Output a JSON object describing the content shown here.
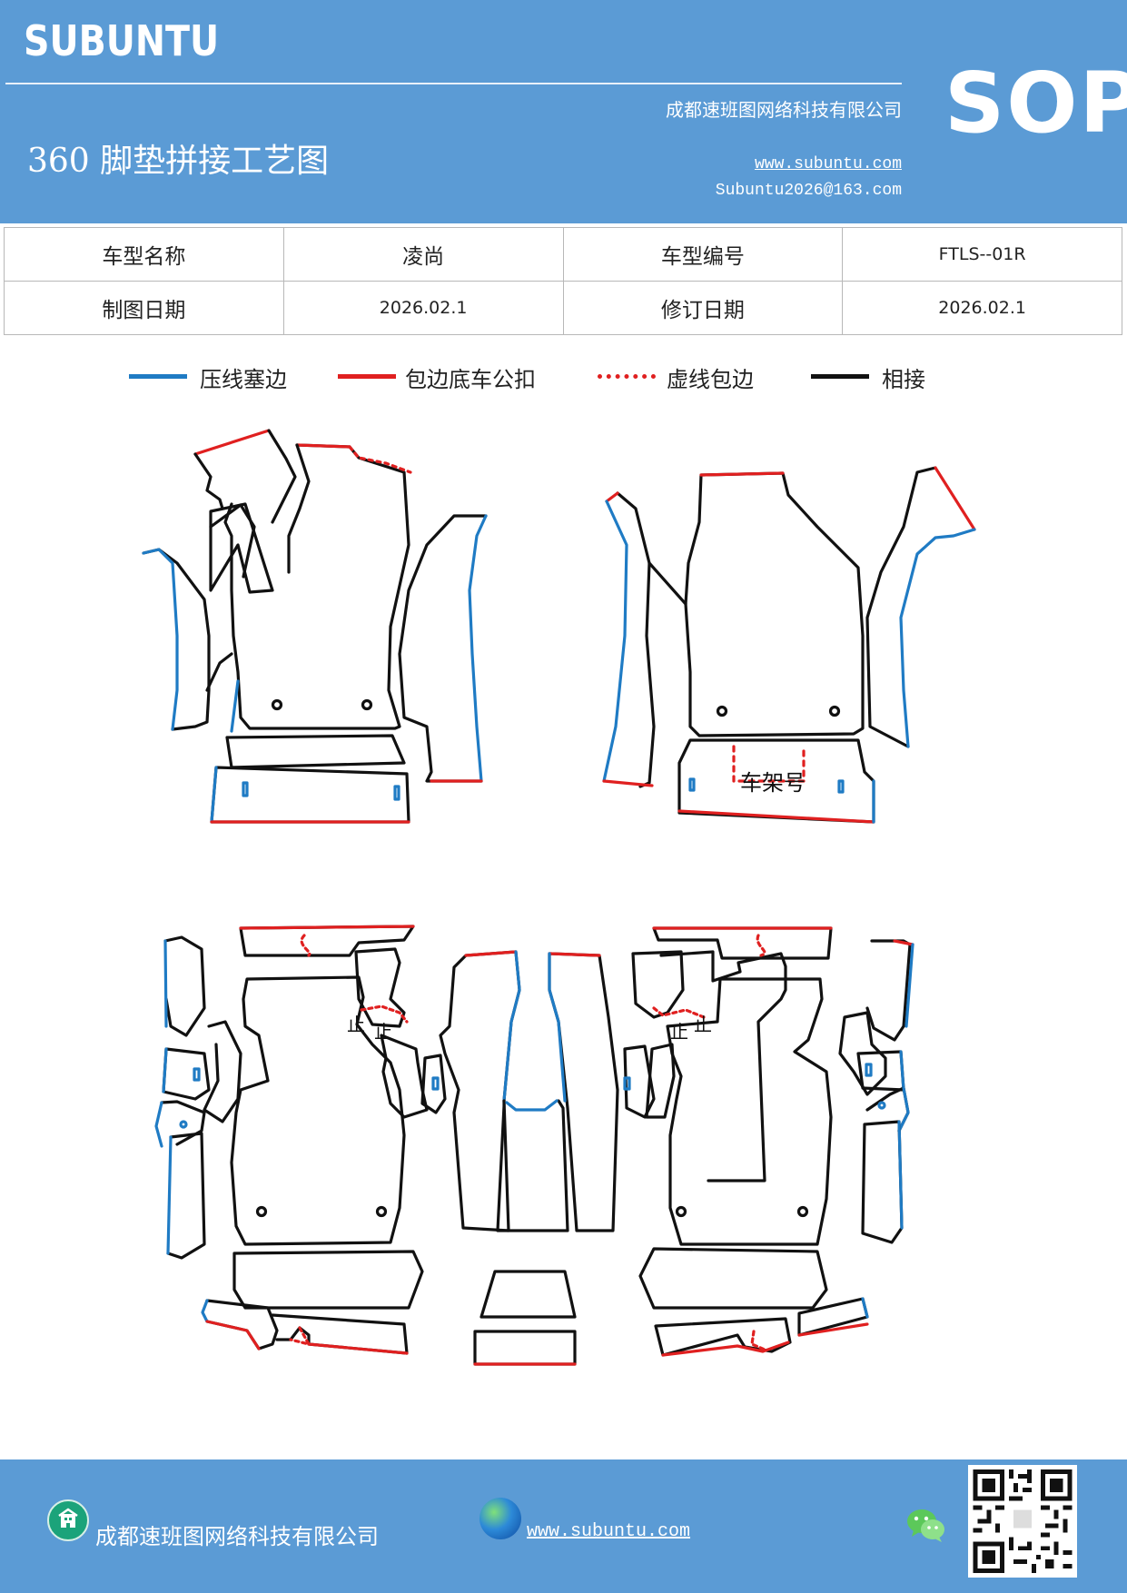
{
  "header": {
    "brand": "SUBUNTU",
    "company": "成都速班图网络科技有限公司",
    "title": "360 脚垫拼接工艺图",
    "website": "www.subuntu.com",
    "email": "Subuntu2026@163.com",
    "badge": "SOP"
  },
  "info_table": {
    "model_name_label": "车型名称",
    "model_name_value": "凌尚",
    "model_code_label": "车型编号",
    "model_code_value": "FTLS--01R",
    "draw_date_label": "制图日期",
    "draw_date_value": "2026.02.1",
    "revise_date_label": "修订日期",
    "revise_date_value": "2026.02.1"
  },
  "legend": [
    {
      "label": "压线塞边",
      "color": "#1f7bc4",
      "style": "solid"
    },
    {
      "label": "包边底车公扣",
      "color": "#e02020",
      "style": "solid"
    },
    {
      "label": "虚线包边",
      "color": "#e02020",
      "style": "dotted"
    },
    {
      "label": "相接",
      "color": "#111111",
      "style": "solid"
    }
  ],
  "diagram": {
    "frame_label": "车架号",
    "stop_mark": "止"
  },
  "footer": {
    "company": "成都速班图网络科技有限公司",
    "website": "www.subuntu.com",
    "icons": [
      "building-icon",
      "globe-icon",
      "wechat-icon",
      "qr-code"
    ]
  },
  "colors": {
    "header_bg": "#5b9bd5",
    "blue_edge": "#1f7bc4",
    "red_edge": "#e02020",
    "black_edge": "#111111"
  }
}
